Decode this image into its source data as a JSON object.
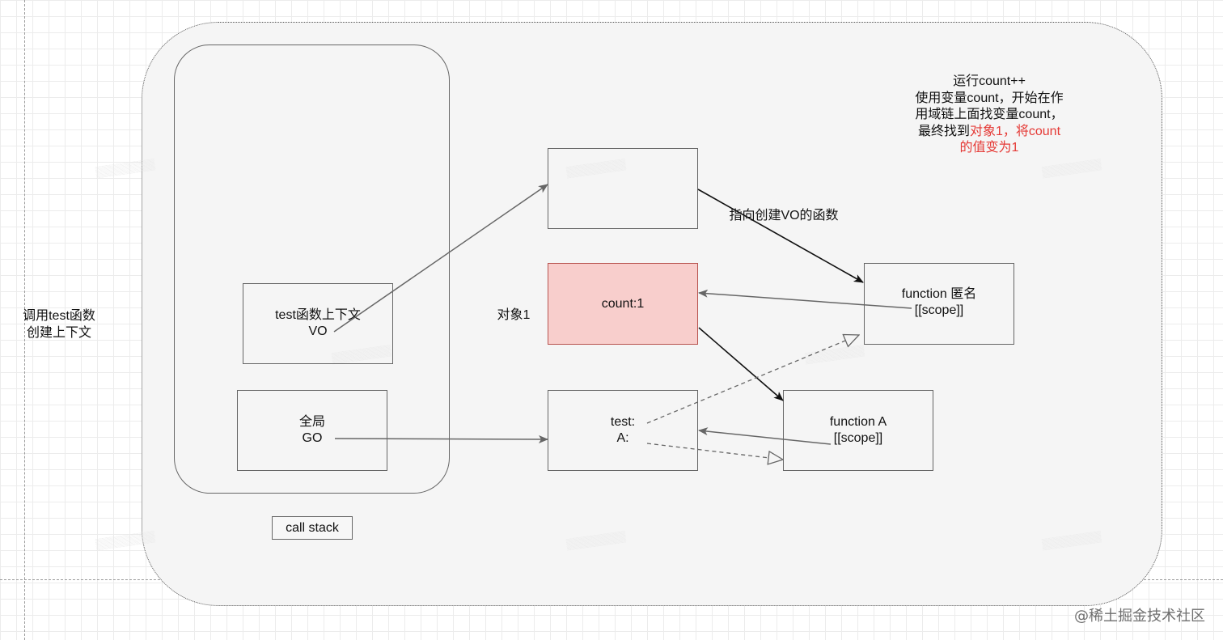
{
  "left_label": [
    "调用test函数",
    "创建上下文"
  ],
  "boxes": {
    "test_ctx": [
      "test函数上下文",
      "VO"
    ],
    "global": [
      "全局",
      "GO"
    ],
    "count_obj": "count:1",
    "test_obj": [
      "test:",
      "A:"
    ],
    "func_anon": [
      "function 匿名",
      "[[scope]]"
    ],
    "func_a": [
      "function A",
      "[[scope]]"
    ]
  },
  "call_stack_label": "call stack",
  "object1_label": "对象1",
  "arrow_label": "指向创建VO的函数",
  "note": {
    "line1": "运行count++",
    "line2": "使用变量count，开始在作",
    "line3": "用域链上面找变量count，",
    "line4_prefix": "最终找到",
    "line4_red": "对象1，将count",
    "line5_red": "的值变为1"
  },
  "watermark": "@稀土掘金技术社区",
  "colors": {
    "highlight_fill": "#f8cecc",
    "highlight_stroke": "#b85450",
    "note_red": "#e53935"
  }
}
